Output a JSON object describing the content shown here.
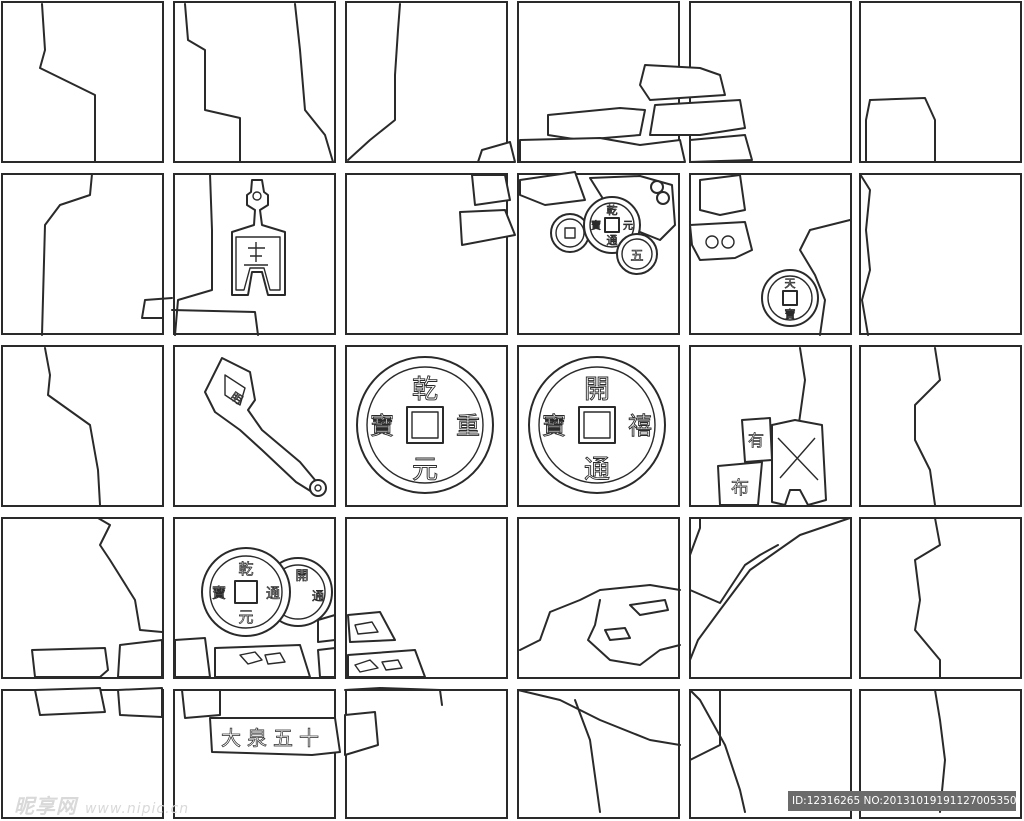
{
  "coins": {
    "center_left": {
      "top": "乾",
      "bottom": "元",
      "left": "寶",
      "right": "重"
    },
    "center_right": {
      "top": "開",
      "bottom": "通",
      "left": "寶",
      "right": "禧"
    },
    "upper_main": {
      "top": "乾",
      "bottom": "通",
      "left": "寶",
      "right": "元"
    },
    "upper_small": {
      "text": "五"
    },
    "upper_right": {
      "top": "天",
      "bottom": "寶"
    },
    "lower_left": {
      "top": "乾",
      "bottom": "元",
      "left": "寶",
      "right": "通"
    },
    "lower_left_back": {
      "top": "開",
      "right": "通"
    }
  },
  "fragments": {
    "knife_text": "明",
    "fragment_a": "有",
    "fragment_b": "布",
    "bottom_strip": "大泉五十"
  },
  "watermark": {
    "left_brand": "昵享网",
    "left_url": "www.nipic.cn",
    "right_id": "ID:12316265 NO:20131019191127005350"
  }
}
